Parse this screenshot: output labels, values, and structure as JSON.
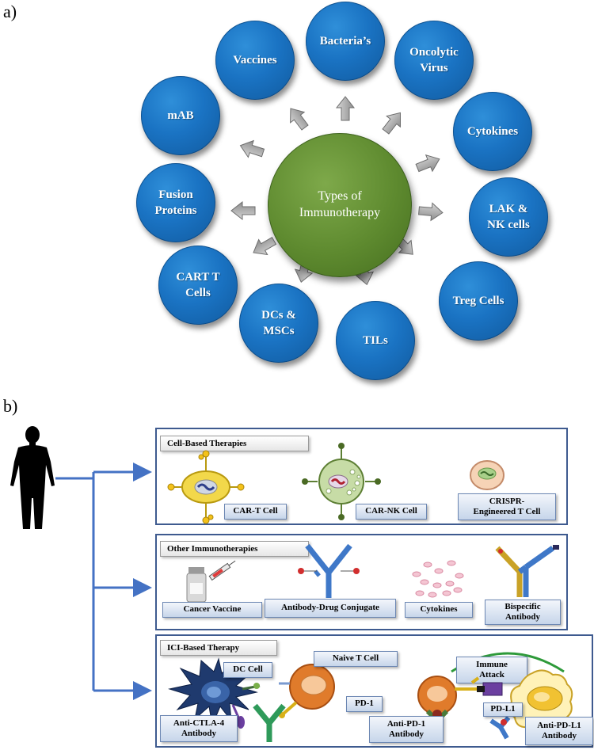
{
  "panel_a": {
    "label": "a)",
    "center": "Types of\nImmunotherapy",
    "nodes": [
      "Vaccines",
      "Bacteria’s",
      "Oncolytic\nVirus",
      "mAB",
      "Cytokines",
      "Fusion\nProteins",
      "LAK &\nNK cells",
      "CART T\nCells",
      "Treg Cells",
      "DCs &\nMSCs",
      "TILs"
    ]
  },
  "panel_b": {
    "label": "b)",
    "cell_based": {
      "title": "Cell-Based Therapies",
      "car_t": "CAR-T Cell",
      "car_nk": "CAR-NK Cell",
      "crispr": "CRISPR-\nEngineered T Cell"
    },
    "other": {
      "title": "Other Immunotherapies",
      "cancer_vaccine": "Cancer Vaccine",
      "adc": "Antibody-Drug Conjugate",
      "cytokines": "Cytokines",
      "bispecific": "Bispecific\nAntibody"
    },
    "ici": {
      "title": "ICI-Based Therapy",
      "dc_cell": "DC Cell",
      "naive_t": "Naive T Cell",
      "immune_attack": "Immune\nAttack",
      "pd1": "PD-1",
      "pdl1": "PD-L1",
      "anti_ctla4": "Anti-CTLA-4\nAntibody",
      "anti_pd1": "Anti-PD-1\nAntibody",
      "anti_pdl1": "Anti-PD-L1\nAntibody"
    }
  },
  "colors": {
    "circle_blue": "#1a73c3",
    "center_green": "#5e8a2f",
    "box_border": "#3e5a8f",
    "arrow_blue": "#4472c4",
    "label_fill": "#c6d5ea"
  }
}
